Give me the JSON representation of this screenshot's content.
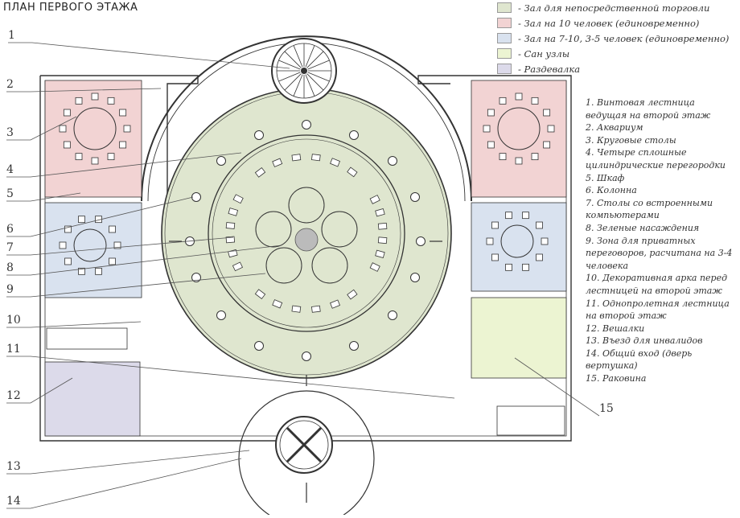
{
  "title": "ПЛАН ПЕРВОГО ЭТАЖА",
  "legend": [
    {
      "label": "- Зал для непосредственной торговли",
      "color": "#dfe6cf"
    },
    {
      "label": "- Зал на 10 человек (единовременно)",
      "color": "#f2d3d3"
    },
    {
      "label": "- Зал на 7-10, 3-5 человек (единовременно)",
      "color": "#d9e2ef"
    },
    {
      "label": "- Сан узлы",
      "color": "#ecf4d2"
    },
    {
      "label": "- Раздевалка",
      "color": "#dcdaea"
    }
  ],
  "notes": [
    "1.  Винтовая лестница ведущая на второй этаж",
    "2.  Аквариум",
    "3.  Круговые столы",
    "4.  Четыре сплошные цилиндрические перегородки",
    "5.  Шкаф",
    "6.  Колонна",
    "7.  Столы со встроенными компьютерами",
    "8.  Зеленые насаждения",
    "9.  Зона для приватных переговоров, расчитана на 3-4 человека",
    "10. Декоративная арка перед лестницей на второй этаж",
    "11.  Однопролетная лестница на второй этаж",
    "12. Вешалки",
    "13.  Въезд для инвалидов",
    "14. Общий вход (дверь вертушка)",
    "15. Раковина"
  ],
  "callouts": [
    "1",
    "2",
    "3",
    "4",
    "5",
    "6",
    "7",
    "8",
    "9",
    "10",
    "11",
    "12",
    "13",
    "14",
    "15"
  ],
  "colors": {
    "hall": "#dfe6cf",
    "pink": "#f2d3d3",
    "blue": "#d9e2ef",
    "wc": "#ecf4d2",
    "cloak": "#dcdaea",
    "line": "#333333"
  }
}
